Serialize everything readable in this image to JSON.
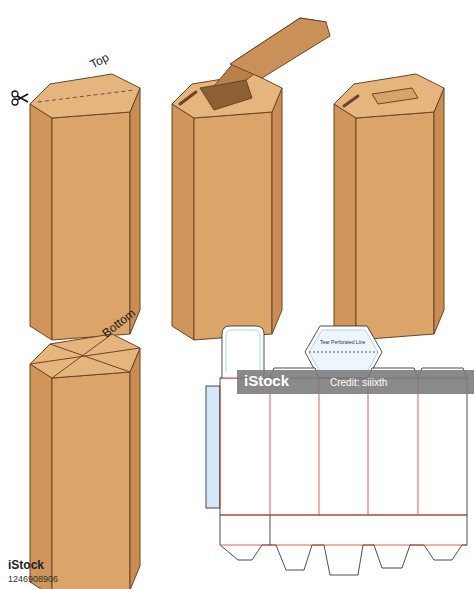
{
  "diagram": {
    "labels": [
      "Top",
      "Bottom",
      "Tear Perforated Line",
      "iStock",
      "Credit: siiixth",
      "iStock",
      "1246908906"
    ]
  }
}
